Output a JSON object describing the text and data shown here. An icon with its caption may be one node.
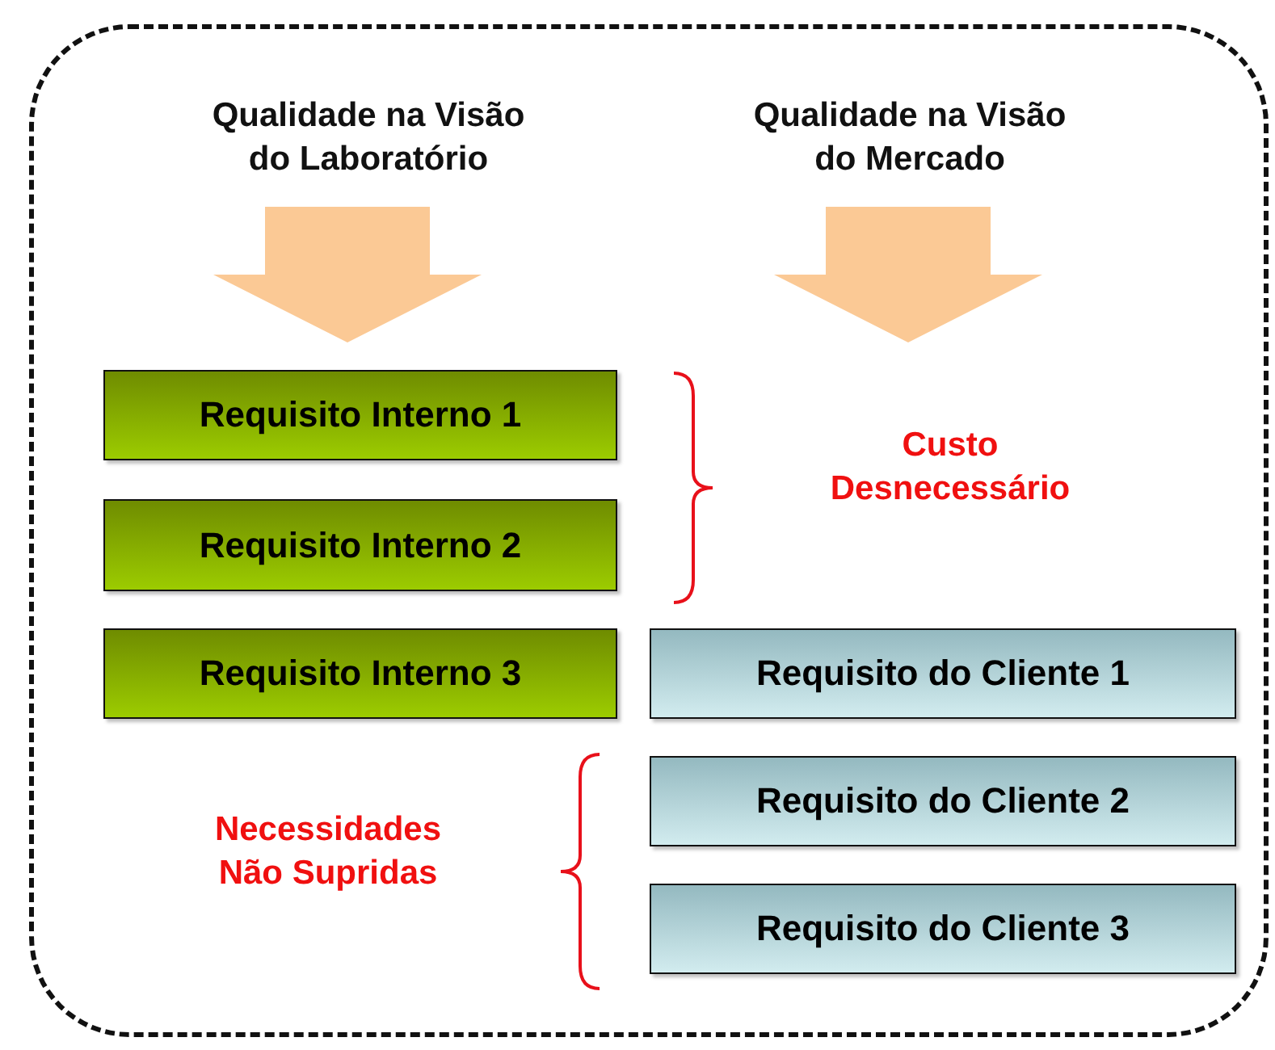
{
  "diagram": {
    "nodes": [
      {
        "text": [],
        "shape": "box"
      },
      {
        "text": [
          "Requisito Interno 1"
        ],
        "in": 0
      },
      {
        "text": [
          "Requisito Interno 2"
        ],
        "in": 0
      },
      {
        "text": [
          "Requisito Interno 3"
        ],
        "in": 0
      },
      {
        "text": [
          "Requisito do Cliente 1"
        ],
        "in": 0
      },
      {
        "text": [
          "Requisito do Cliente 2"
        ],
        "in": 0
      },
      {
        "text": [
          "Requisito do Cliente 3"
        ],
        "in": 0
      }
    ],
    "labels": [
      "Qualidade na Visão do Laboratório",
      "Qualidade na Visão do Mercado",
      "Custo Desnecessário",
      "Necessidades Não Supridas"
    ]
  }
}
